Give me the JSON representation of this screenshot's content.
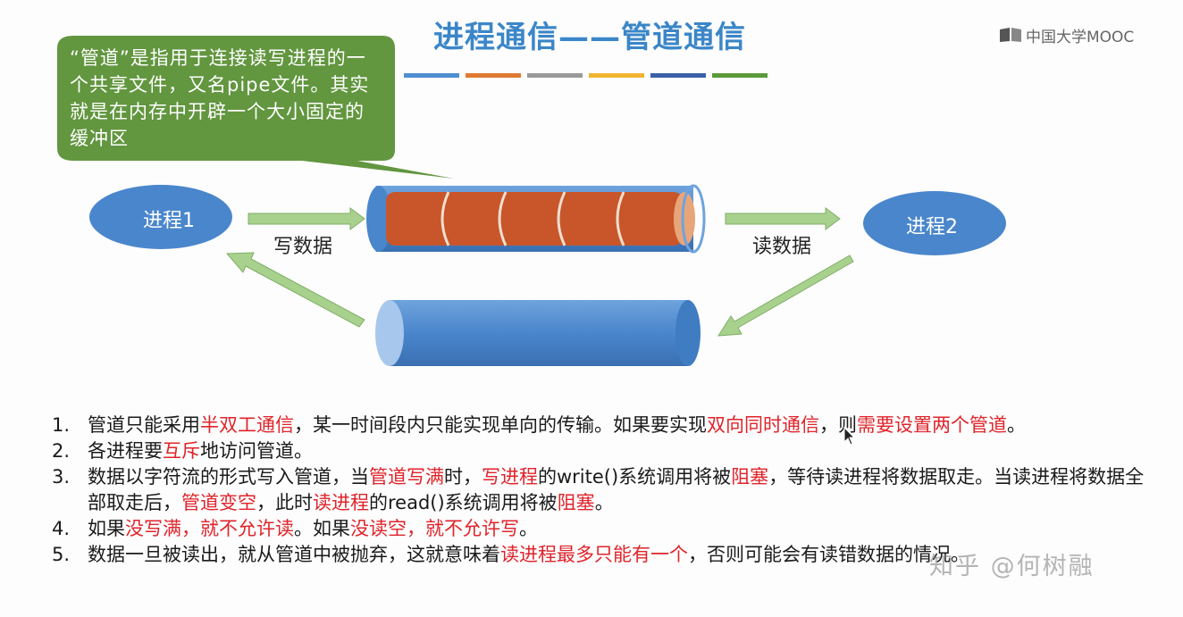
{
  "slide": {
    "title": "进程通信——管道通信",
    "logo_text": "中国大学MOOC",
    "accent_colors": [
      "#4f8ed0",
      "#e07a33",
      "#9a9a9a",
      "#f2b530",
      "#3a5fa6",
      "#5b9a3a"
    ]
  },
  "callout": {
    "text": "“管道”是指用于连接读写进程的一个共享文件，又名pipe文件。其实就是在内存中开辟一个大小固定的缓冲区",
    "color": "#62963f"
  },
  "diagram": {
    "process1": "进程1",
    "process2": "进程2",
    "write_label": "写数据",
    "read_label": "读数据",
    "ellipse_color": "#4a86cc",
    "pipe_fill_color": "#c8562a",
    "arrow_color": "#a9d18e"
  },
  "points": [
    {
      "num": "1.",
      "parts": [
        {
          "t": "管道只能采用"
        },
        {
          "t": "半双工通信",
          "red": true
        },
        {
          "t": "，某一时间段内只能实现单向的传输。如果要实现"
        },
        {
          "t": "双向同时通信",
          "red": true
        },
        {
          "t": "，则"
        },
        {
          "t": "需要设置两个管道",
          "red": true
        },
        {
          "t": "。"
        }
      ]
    },
    {
      "num": "2.",
      "parts": [
        {
          "t": "各进程要"
        },
        {
          "t": "互斥",
          "red": true
        },
        {
          "t": "地访问管道。"
        }
      ]
    },
    {
      "num": "3.",
      "parts": [
        {
          "t": "数据以字符流的形式写入管道，当"
        },
        {
          "t": "管道写满",
          "red": true
        },
        {
          "t": "时，"
        },
        {
          "t": "写进程",
          "red": true
        },
        {
          "t": "的write()系统调用将被"
        },
        {
          "t": "阻塞",
          "red": true
        },
        {
          "t": "，等待读进程将数据取走。当读进程将数据全部取走后，"
        },
        {
          "t": "管道变空",
          "red": true
        },
        {
          "t": "，此时"
        },
        {
          "t": "读进程",
          "red": true
        },
        {
          "t": "的read()系统调用将被"
        },
        {
          "t": "阻塞",
          "red": true
        },
        {
          "t": "。"
        }
      ]
    },
    {
      "num": "4.",
      "parts": [
        {
          "t": "如果"
        },
        {
          "t": "没写满，就不允许读",
          "red": true
        },
        {
          "t": "。如果"
        },
        {
          "t": "没读空，就不允许写",
          "red": true
        },
        {
          "t": "。"
        }
      ]
    },
    {
      "num": "5.",
      "parts": [
        {
          "t": "数据一旦被读出，就从管道中被抛弃，这就意味着"
        },
        {
          "t": "读进程最多只能有一个",
          "red": true
        },
        {
          "t": "，否则可能会有读错数据的情况。"
        }
      ]
    }
  ],
  "watermark": "知乎 @何树融"
}
